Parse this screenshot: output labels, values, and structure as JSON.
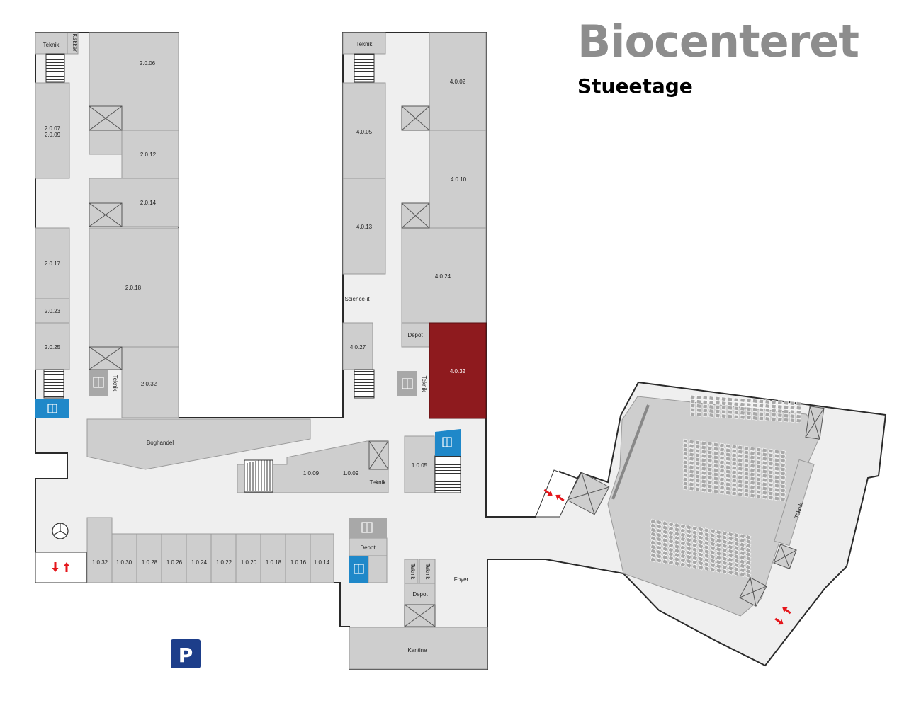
{
  "header": {
    "title": "Biocenteret",
    "subtitle": "Stueetage"
  },
  "colors": {
    "room": "#cecece",
    "corridor": "#efefef",
    "wall": "#2a2a2a",
    "highlight": "#8e1a1e",
    "elevator": "#1f88c9",
    "icon_grey": "#a8a8a8",
    "arrow": "#e5161b",
    "parking": "#1d3e8a"
  },
  "rooms": {
    "r_teknik_a": "Teknik",
    "r_kokken": "Køkken",
    "r_2_0_06": "2.0.06",
    "r_2_0_07": "2.0.07",
    "r_2_0_09": "2.0.09",
    "r_2_0_12": "2.0.12",
    "r_2_0_14": "2.0.14",
    "r_2_0_17": "2.0.17",
    "r_2_0_18": "2.0.18",
    "r_2_0_23": "2.0.23",
    "r_2_0_25": "2.0.25",
    "r_2_0_32": "2.0.32",
    "r_teknik_b": "Teknik",
    "r_teknik_c": "Teknik",
    "r_4_0_02": "4.0.02",
    "r_4_0_05": "4.0.05",
    "r_4_0_10": "4.0.10",
    "r_4_0_13": "4.0.13",
    "r_4_0_24": "4.0.24",
    "r_science": "Science-it",
    "r_4_0_27": "4.0.27",
    "r_depot_a": "Depot",
    "r_4_0_32": "4.0.32",
    "r_teknik_d": "Teknik",
    "r_boghandel": "Boghandel",
    "r_1_0_09a": "1.0.09",
    "r_1_0_09b": "1.0.09",
    "r_teknik_e": "Teknik",
    "r_1_0_05": "1.0.05",
    "r_1_0_32": "1.0.32",
    "r_1_0_30": "1.0.30",
    "r_1_0_28": "1.0.28",
    "r_1_0_26": "1.0.26",
    "r_1_0_24": "1.0.24",
    "r_1_0_22": "1.0.22",
    "r_1_0_20": "1.0.20",
    "r_1_0_18": "1.0.18",
    "r_1_0_16": "1.0.16",
    "r_1_0_14": "1.0.14",
    "r_depot_b": "Depot",
    "r_teknik_f": "Teknik",
    "r_teknik_g": "Teknik",
    "r_depot_c": "Depot",
    "r_foyer": "Foyer",
    "r_kantine": "Kantine",
    "r_teknik_h": "Teknik"
  },
  "parking": {
    "label": "P"
  },
  "icons": {
    "elevator": "elevator-icon",
    "stairs": "stairs-icon",
    "shaft": "shaft-x-icon",
    "turnstile": "revolving-door-icon",
    "arrows": "entrance-arrows-icon"
  }
}
